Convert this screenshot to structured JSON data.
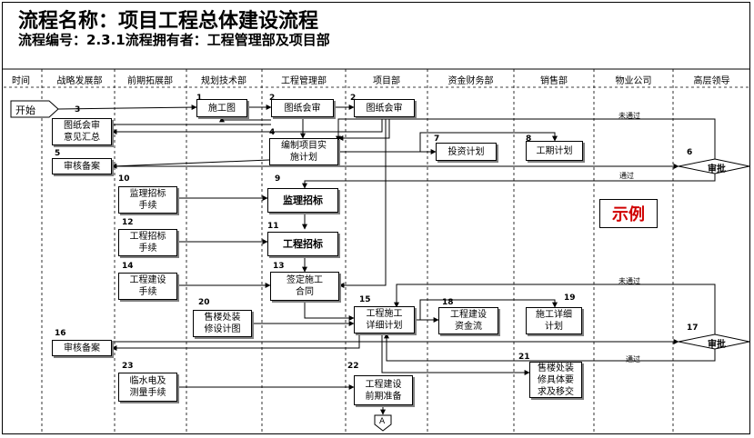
{
  "title": "流程名称：项目工程总体建设流程",
  "subtitle": "流程编号：2.3.1流程拥有者：工程管理部及项目部",
  "lanes": [
    "时间",
    "战略发展部",
    "前期拓展部",
    "规划技术部",
    "工程管理部",
    "项目部",
    "资金财务部",
    "销售部",
    "物业公司",
    "高层领导"
  ],
  "start_label": "开始",
  "connector_label": "A",
  "example_label": "示例",
  "nodes": {
    "n1": {
      "num": "1",
      "label": "施工图"
    },
    "n2a": {
      "num": "2",
      "label": "图纸会审"
    },
    "n2b": {
      "num": "2",
      "label": "图纸会审"
    },
    "n3": {
      "num": "3",
      "label": "图纸会审\n意见汇总"
    },
    "n4": {
      "num": "4",
      "label": "编制项目实\n施计划"
    },
    "n5": {
      "num": "5",
      "label": "审核备案"
    },
    "n6": {
      "num": "6",
      "label": "审批"
    },
    "n7": {
      "num": "7",
      "label": "投资计划"
    },
    "n8": {
      "num": "8",
      "label": "工期计划"
    },
    "n9": {
      "num": "9",
      "label": "监理招标"
    },
    "n10": {
      "num": "10",
      "label": "监理招标\n手续"
    },
    "n11": {
      "num": "11",
      "label": "工程招标"
    },
    "n12": {
      "num": "12",
      "label": "工程招标\n手续"
    },
    "n13": {
      "num": "13",
      "label": "签定施工\n合同"
    },
    "n14": {
      "num": "14",
      "label": "工程建设\n手续"
    },
    "n15": {
      "num": "15",
      "label": "工程施工\n详细计划"
    },
    "n16": {
      "num": "16",
      "label": "审核备案"
    },
    "n17": {
      "num": "17",
      "label": "审批"
    },
    "n18": {
      "num": "18",
      "label": "工程建设\n资金流"
    },
    "n19": {
      "num": "19",
      "label": "施工详细\n计划"
    },
    "n20": {
      "num": "20",
      "label": "售楼处装\n修设计图"
    },
    "n21": {
      "num": "21",
      "label": "售楼处装\n修具体要\n求及移交"
    },
    "n22": {
      "num": "22",
      "label": "工程建设\n前期准备"
    },
    "n23": {
      "num": "23",
      "label": "临水电及\n测量手续"
    }
  },
  "edge_labels": {
    "rejected_1": "未通过",
    "passed_1": "通过",
    "rejected_2": "未通过",
    "passed_2": "通过"
  }
}
